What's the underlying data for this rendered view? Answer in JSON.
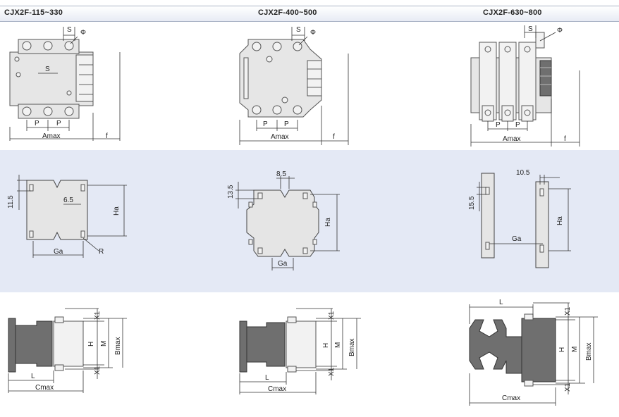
{
  "header": {
    "col1": "CJX2F-115~330",
    "col2": "CJX2F-400~500",
    "col3": "CJX2F-630~800"
  },
  "labels": {
    "S": "S",
    "phi": "Φ",
    "P": "P",
    "Amax": "Amax",
    "f": "f",
    "Ga": "Ga",
    "Ha": "Ha",
    "R": "R",
    "d11_5": "11.5",
    "d6_5": "6.5",
    "d8_5": "8.5",
    "d13_5": "13.5",
    "d10_5": "10.5",
    "d15_5": "15.5",
    "X1": "X1",
    "H": "H",
    "M": "M",
    "Bmax": "Bmax",
    "L": "L",
    "Cmax": "Cmax"
  },
  "colors": {
    "band": "#e4e9f5",
    "body": "#e6e6e6",
    "dark": "#6f6f6f"
  }
}
